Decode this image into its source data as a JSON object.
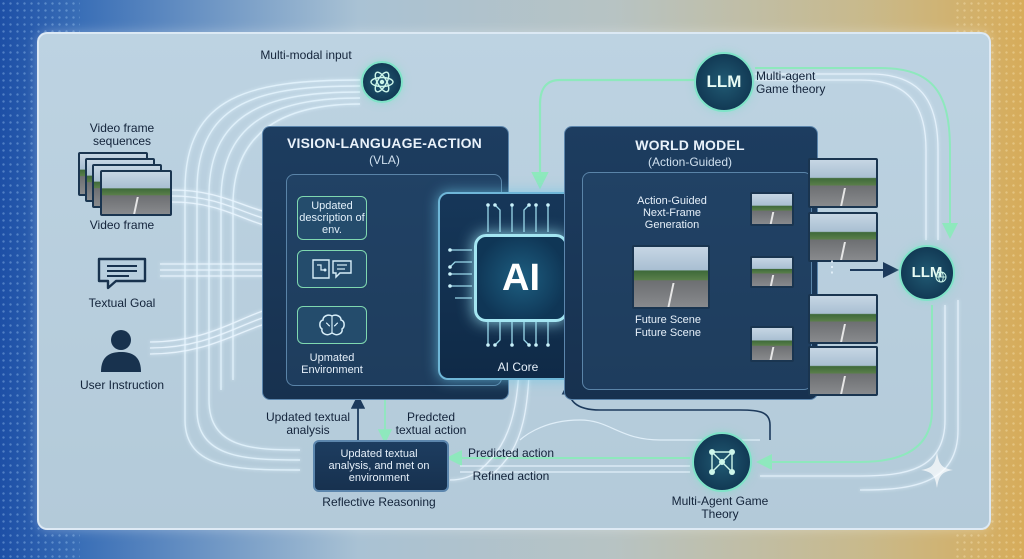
{
  "inputs": {
    "multimodal_input": "Multi-modal input",
    "video_frame_sequences": "Video frame sequences",
    "video_frame": "Video frame",
    "textual_goal": "Textual Goal",
    "user_instruction": "User Instruction"
  },
  "vla": {
    "title": "VISION-LANGUAGE-ACTION",
    "subtitle": "(VLA)",
    "chip_description": "Updated description of env.",
    "chip_environment": "Upmated Environment"
  },
  "ai_core": {
    "label": "AI",
    "caption": "AI Core"
  },
  "world_model": {
    "title": "WORLD MODEL",
    "subtitle": "(Action-Guided)",
    "generation": "Action-Guided Next-Frame Generation",
    "future_scene_1": "Future Scene",
    "future_scene_2": "Future Scene",
    "ellipsis": "⋮"
  },
  "llm": {
    "top_label": "LLM",
    "top_caption": "Multi-agent Game theory",
    "right_label": "LLM"
  },
  "game_theory": {
    "caption": "Multi-Agent Game Theory",
    "predicted_action": "Predicted action",
    "refined_action": "Refined action"
  },
  "reflective": {
    "box_text": "Updated textual analysis, and met on environment",
    "caption": "Reflective Reasoning",
    "updated_analysis": "Updated textual analysis",
    "predicted_action": "Predcted textual action"
  },
  "colors": {
    "panel": "#b9cfde",
    "box": "#1a3756",
    "accent_green": "#7fe3c8",
    "accent_blue": "#6fb7d8"
  }
}
